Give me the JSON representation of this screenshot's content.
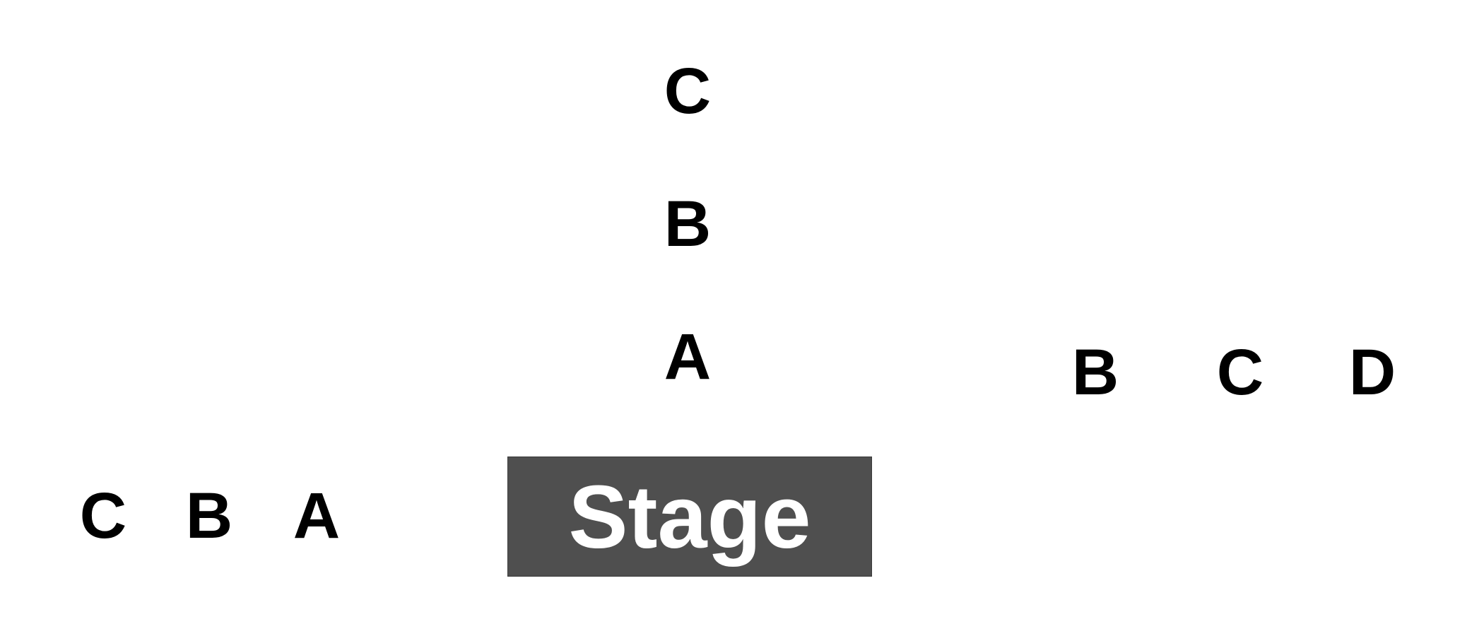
{
  "stage": {
    "label": "Stage",
    "color": "#4f4f4f",
    "text_color": "#ffffff"
  },
  "left_group": {
    "letters": [
      "C",
      "B",
      "A"
    ]
  },
  "center_stack": {
    "letters_top_to_bottom": [
      "C",
      "B",
      "A"
    ]
  },
  "right_group": {
    "letters": [
      "B",
      "C",
      "D"
    ]
  }
}
